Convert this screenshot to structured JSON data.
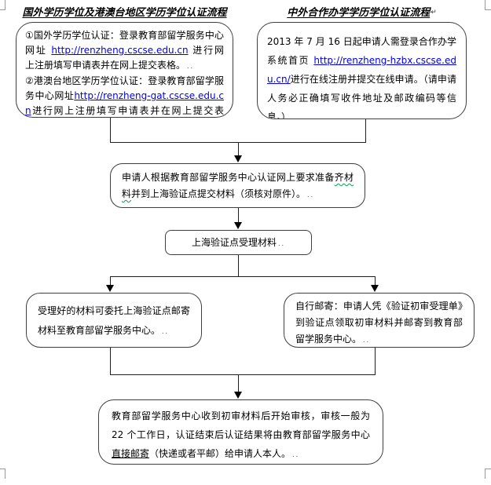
{
  "titles": {
    "left": "国外学历学位及港澳台地区学历学位认证流程",
    "right": "中外合作办学学历学位认证流程",
    "right_mark": "↵"
  },
  "colors": {
    "link_blue": "#0000ee",
    "box_border": "#3f3f3f",
    "spellcheck_green": "#00a050",
    "line_black": "#1f1f1f"
  },
  "boxes": {
    "overseas": {
      "part1": "①国外学历学位认证：登录教育部留学服务中心网址 ",
      "url1": "http://renzheng.cscse.edu.cn",
      "part2": " 进行网上注册填写申请表并在网上提交表格。",
      "marks1": "..",
      "part3": "②港澳台地区学历学位认证：登录教育部留学服务中心网址",
      "url2": "http://renzheng-gat.cscse.edu.cn",
      "part4": "进行网上注册填写申请表并在网上提交表格。",
      "marks2": ".."
    },
    "joint": {
      "part1": "2013 年 7 月 16 日起申请人需登录合作办学系统首页 ",
      "url": "http://renzheng-hzbx.cscse.edu.cn/",
      "part2": "进行在线注册并提交在线申请。（请申请人务必正确填写收件地址及邮政编码等信息。）",
      "marks": ".."
    },
    "prepare": {
      "part1": "申请人根据教育部留学服务中心认证网上要求准备",
      "misspelled": "齐材料",
      "part2": "并到上海验证点提交材料（须核对原件）。",
      "marks": ".."
    },
    "accept": {
      "text": "上海验证点受理材料",
      "marks": ".."
    },
    "mail_via_point": {
      "text": "受理好的材料可委托上海验证点邮寄材料至教育部留学服务中心。",
      "marks": ".."
    },
    "mail_self": {
      "text": "自行邮寄：申请人凭《验证初审受理单》到验证点领取初审材料并邮寄到教育部留学服务中心。",
      "marks": ".."
    },
    "review": {
      "part1": "教育部留学服务中心收到初审材料后开始审核，审核一般为 22 个工作日，认证结束后认证结果将由教育部留学服务中心",
      "underlined": "直接邮寄",
      "part2": "（快递或者平邮）给申请人本人。",
      "marks": ".."
    }
  }
}
